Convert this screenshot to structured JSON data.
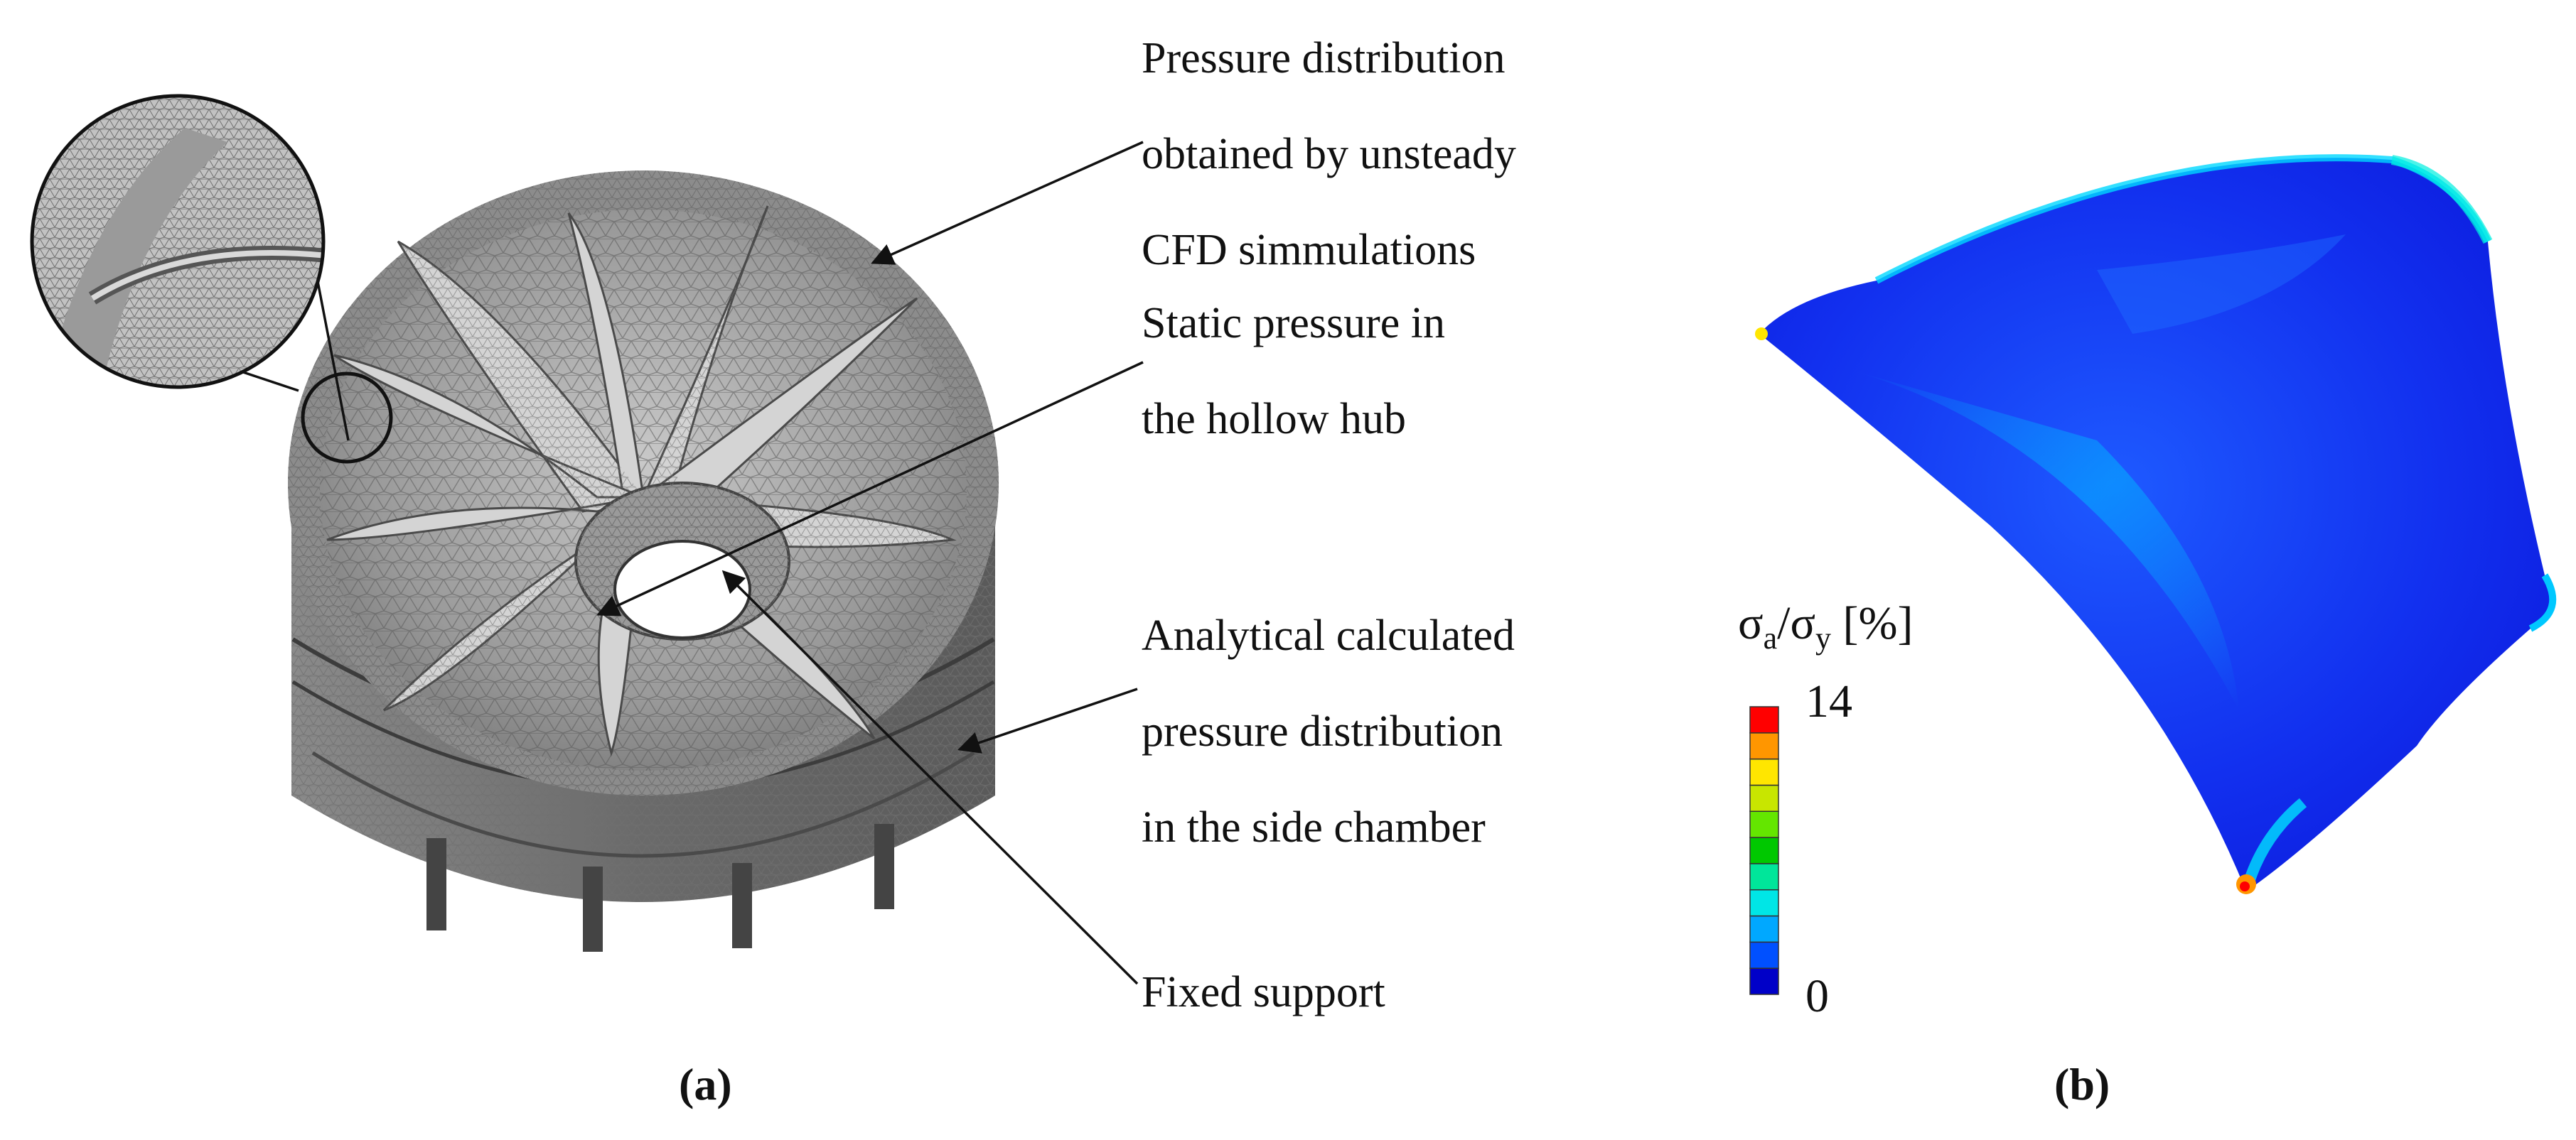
{
  "annotations": {
    "pressure_cfd": [
      "Pressure distribution",
      "obtained by unsteady",
      "CFD simmulations"
    ],
    "static_pressure": [
      "Static pressure in",
      "the hollow hub"
    ],
    "side_chamber": [
      "Analytical calculated",
      "pressure distribution",
      "in the side chamber"
    ],
    "fixed_support": "Fixed support"
  },
  "panel_labels": {
    "a": "(a)",
    "b": "(b)"
  },
  "colorbar": {
    "title_base": "σ",
    "title_sub_a": "a",
    "title_sub_y": "y",
    "title_unit": "[%]",
    "max_label": "14",
    "min_label": "0",
    "colors": [
      "#0000c8",
      "#0050ff",
      "#00a8ff",
      "#00e6e6",
      "#00e69a",
      "#00c800",
      "#64e600",
      "#c8e600",
      "#ffe600",
      "#ff9600",
      "#ff0000"
    ]
  }
}
